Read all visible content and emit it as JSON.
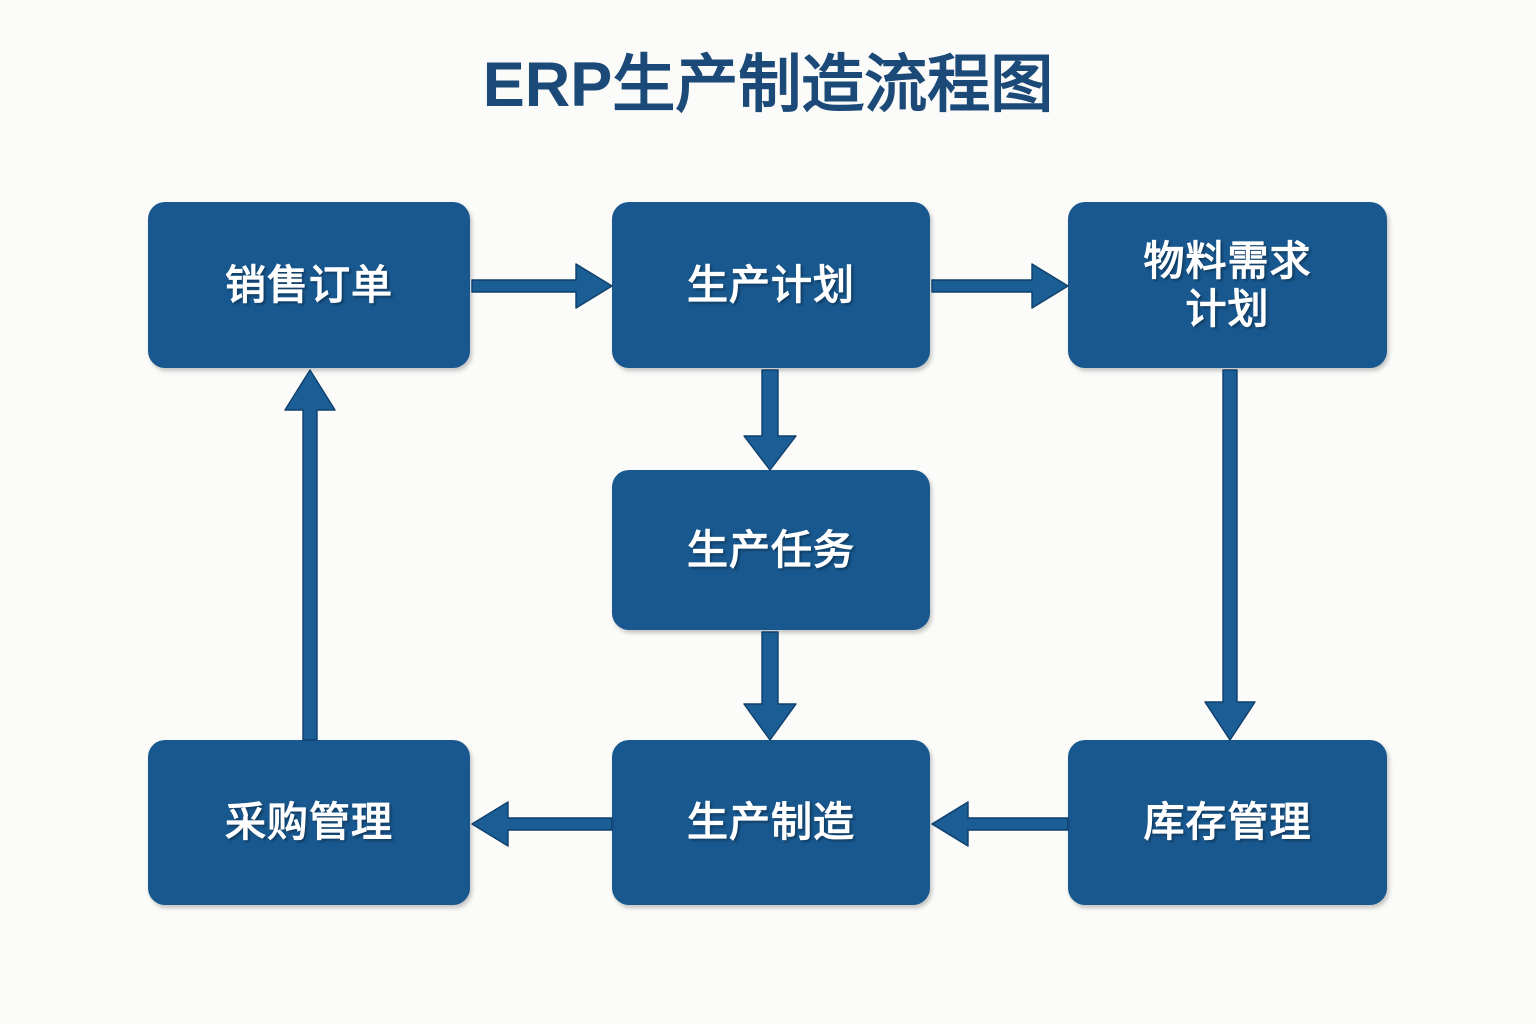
{
  "page": {
    "title": "ERP生产制造流程图",
    "background_color": "#fbfbf9",
    "accent_color": "#18588f",
    "title_color": "#1b4a78",
    "arrow_color": "#1b5e96",
    "node_text_color": "#ffffff"
  },
  "chart_data": {
    "type": "diagram",
    "title": "ERP生产制造流程图",
    "nodes": [
      {
        "id": "sales",
        "label": "销售订单",
        "row": 1,
        "col": 1
      },
      {
        "id": "plan",
        "label": "生产计划",
        "row": 1,
        "col": 2
      },
      {
        "id": "mrp",
        "label": "物料需求\n计划",
        "row": 1,
        "col": 3
      },
      {
        "id": "task",
        "label": "生产任务",
        "row": 2,
        "col": 2
      },
      {
        "id": "purchase",
        "label": "采购管理",
        "row": 3,
        "col": 1
      },
      {
        "id": "manufac",
        "label": "生产制造",
        "row": 3,
        "col": 2
      },
      {
        "id": "inventory",
        "label": "库存管理",
        "row": 3,
        "col": 3
      }
    ],
    "edges": [
      {
        "from": "sales",
        "to": "plan",
        "direction": "right"
      },
      {
        "from": "plan",
        "to": "mrp",
        "direction": "right"
      },
      {
        "from": "plan",
        "to": "task",
        "direction": "down"
      },
      {
        "from": "task",
        "to": "manufac",
        "direction": "down"
      },
      {
        "from": "mrp",
        "to": "inventory",
        "direction": "down"
      },
      {
        "from": "inventory",
        "to": "manufac",
        "direction": "left"
      },
      {
        "from": "manufac",
        "to": "purchase",
        "direction": "left"
      },
      {
        "from": "purchase",
        "to": "sales",
        "direction": "up"
      }
    ]
  },
  "nodes": {
    "sales": {
      "label": "销售订单"
    },
    "plan": {
      "label": "生产计划"
    },
    "mrp": {
      "label": "物料需求\n计划"
    },
    "task": {
      "label": "生产任务"
    },
    "purchase": {
      "label": "采购管理"
    },
    "manufac": {
      "label": "生产制造"
    },
    "inventory": {
      "label": "库存管理"
    }
  }
}
